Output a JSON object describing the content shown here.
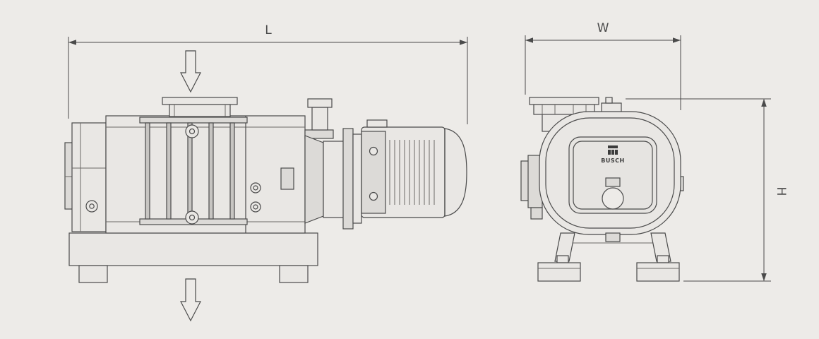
{
  "diagram": {
    "dimension_labels": {
      "length": "L",
      "width": "W",
      "height": "H"
    },
    "brand": "BUSCH",
    "colors": {
      "background": "#edebe8",
      "line": "#4a4a4a",
      "fill_light": "#e9e7e4",
      "fill_mid": "#dcdad7",
      "label_text": "#4a4a4a"
    }
  }
}
